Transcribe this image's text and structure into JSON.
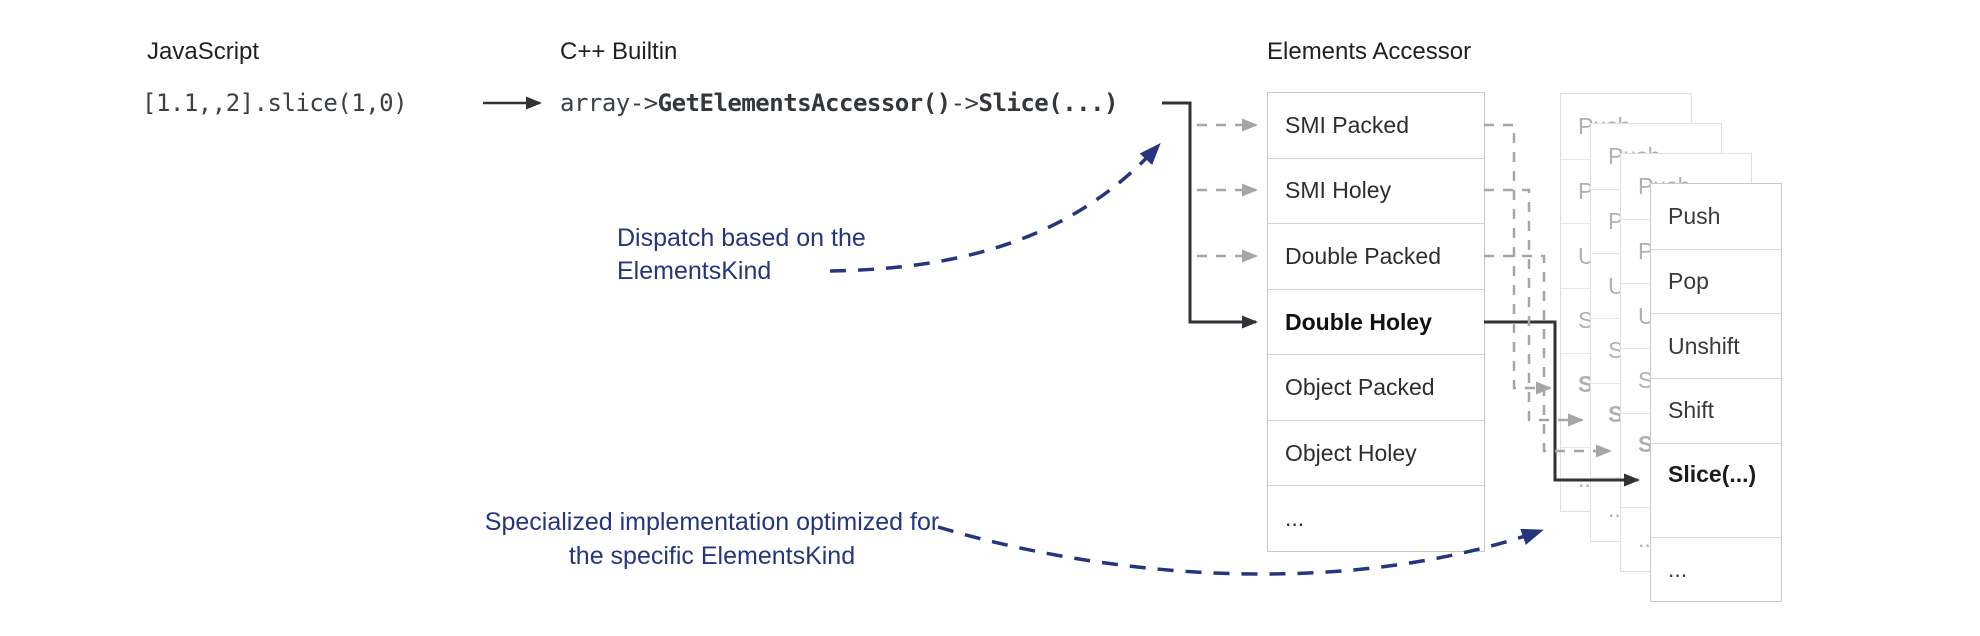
{
  "headings": {
    "javascript": "JavaScript",
    "cpp_builtin": "C++ Builtin",
    "elements_accessor": "Elements Accessor"
  },
  "code": {
    "javascript": "[1.1,,2].slice(1,0)",
    "cpp_segments": [
      {
        "text": "array->",
        "bold": false
      },
      {
        "text": "GetElementsAccessor()",
        "bold": true
      },
      {
        "text": "->",
        "bold": false
      },
      {
        "text": "Slice(...)",
        "bold": true
      }
    ]
  },
  "annotations": {
    "dispatch": "Dispatch based on the\nElementsKind",
    "specialized": "Specialized implementation optimized for\nthe specific ElementsKind"
  },
  "accessor_list": {
    "items": [
      {
        "label": "SMI Packed",
        "bold": false
      },
      {
        "label": "SMI Holey",
        "bold": false
      },
      {
        "label": "Double Packed",
        "bold": false
      },
      {
        "label": "Double Holey",
        "bold": true
      },
      {
        "label": "Object Packed",
        "bold": false
      },
      {
        "label": "Object Holey",
        "bold": false
      },
      {
        "label": "...",
        "bold": false
      }
    ]
  },
  "method_card": {
    "stack_count": 4,
    "items": [
      {
        "label": "Push",
        "bold": false
      },
      {
        "label": "Pop",
        "bold": false
      },
      {
        "label": "Unshift",
        "bold": false
      },
      {
        "label": "Shift",
        "bold": false
      },
      {
        "label": "Slice(...)",
        "bold": true
      },
      {
        "label": "...",
        "bold": false
      }
    ]
  },
  "colors": {
    "annotation_blue": "#25357e",
    "connector_dark": "#2f3237",
    "dashed_gray": "#a6a6a6"
  }
}
